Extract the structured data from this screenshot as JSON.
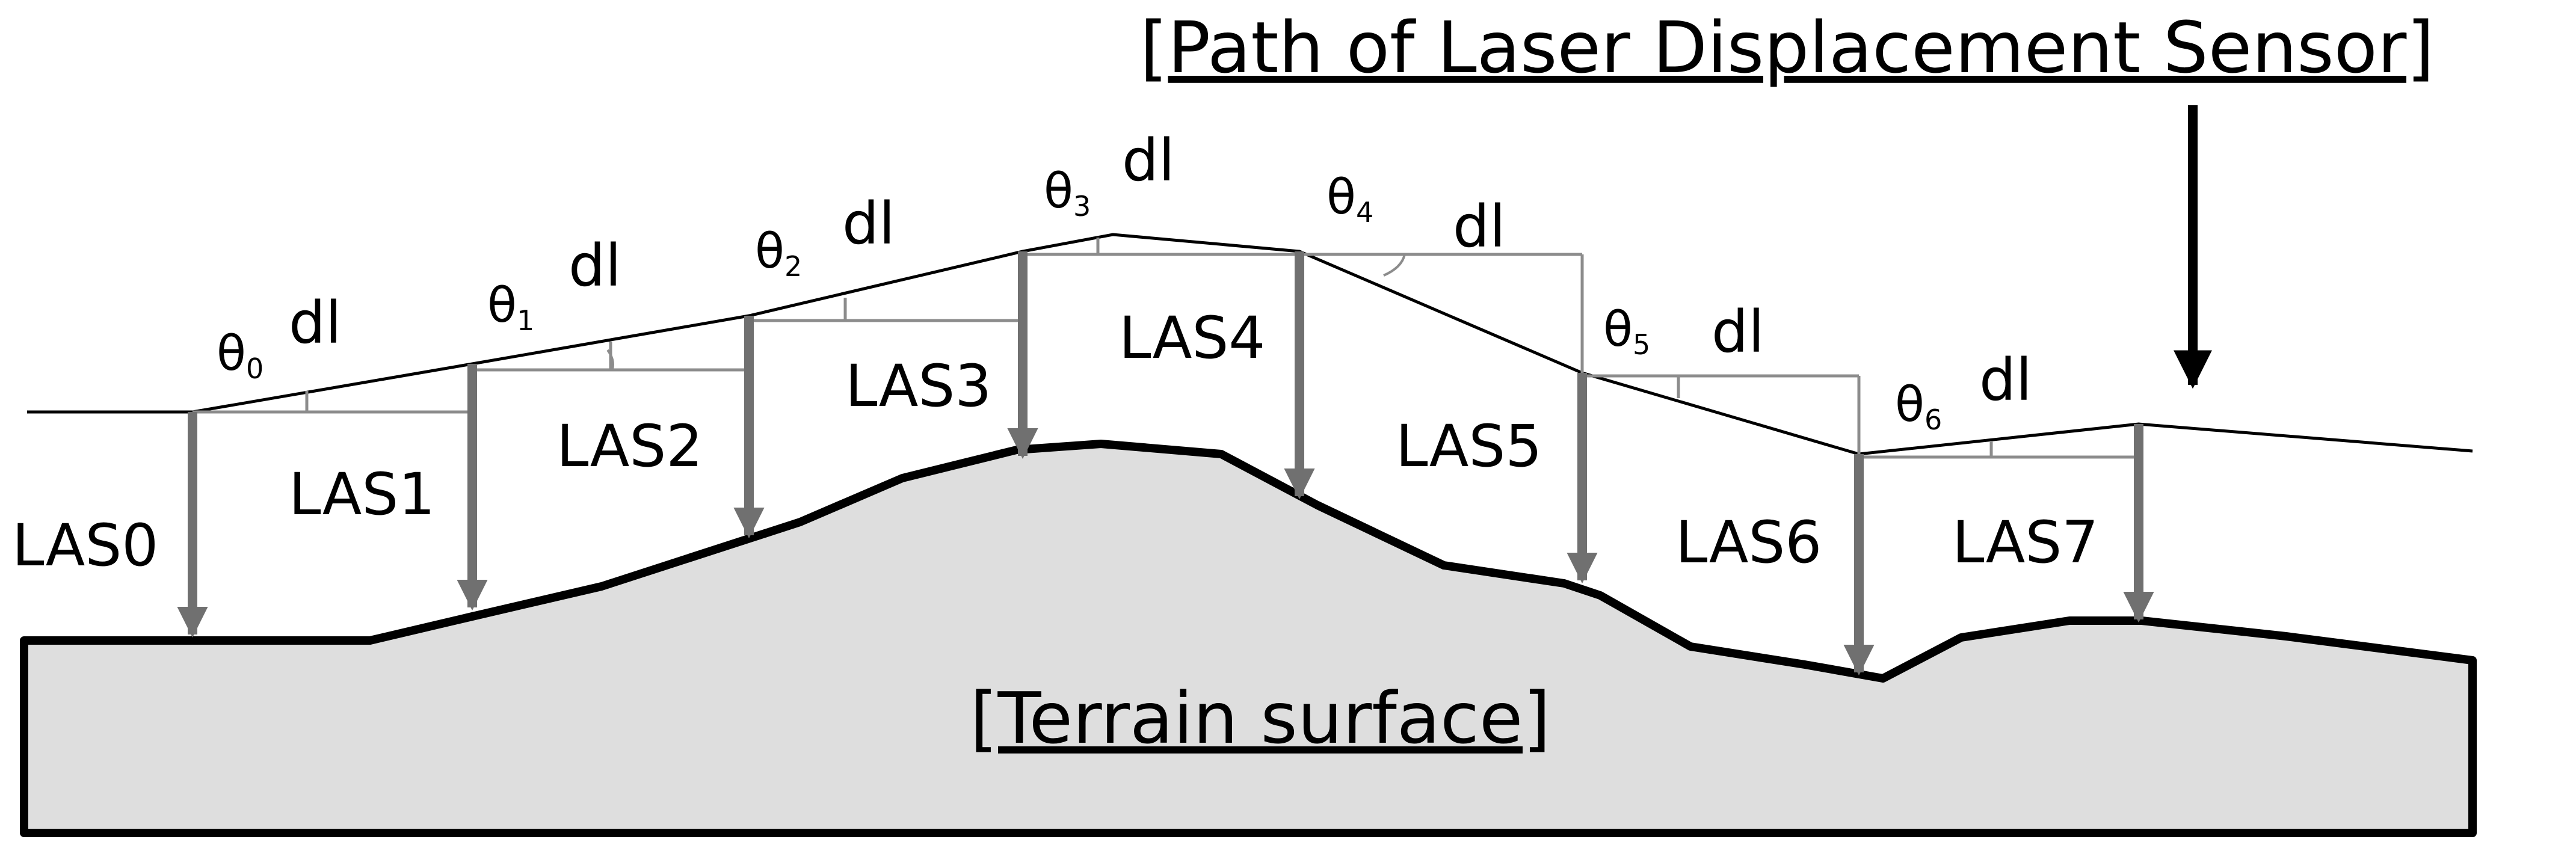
{
  "title": "[Path of Laser Displacement Sensor]",
  "terrain_label": "[Terrain surface]",
  "sensors": [
    {
      "label": "LAS0"
    },
    {
      "label": "LAS1"
    },
    {
      "label": "LAS2"
    },
    {
      "label": "LAS3"
    },
    {
      "label": "LAS4"
    },
    {
      "label": "LAS5"
    },
    {
      "label": "LAS6"
    },
    {
      "label": "LAS7"
    }
  ],
  "angles": [
    {
      "symbol": "θ",
      "subscript": "0"
    },
    {
      "symbol": "θ",
      "subscript": "1"
    },
    {
      "symbol": "θ",
      "subscript": "2"
    },
    {
      "symbol": "θ",
      "subscript": "3"
    },
    {
      "symbol": "θ",
      "subscript": "4"
    },
    {
      "symbol": "θ",
      "subscript": "5"
    },
    {
      "symbol": "θ",
      "subscript": "6"
    }
  ],
  "segment_label": "dl",
  "colors": {
    "terrain_fill": "#dedede",
    "outline": "#000000",
    "arrow": "#707070",
    "construction": "#8c8c8c"
  }
}
